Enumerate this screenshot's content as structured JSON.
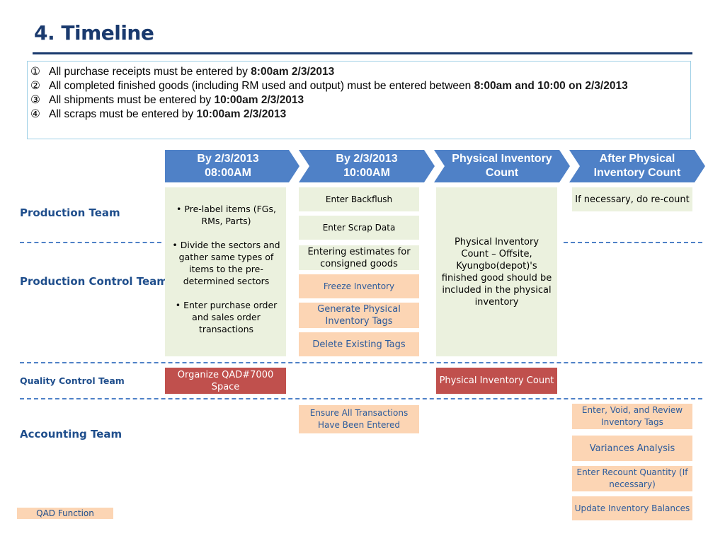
{
  "title": "4. Timeline",
  "rules": [
    {
      "num": "①",
      "text": "All purchase receipts must be entered by ",
      "bold": "8:00am 2/3/2013"
    },
    {
      "num": "②",
      "text": "All completed finished goods (including RM used and output) must be entered between ",
      "bold": "8:00am and 10:00 on 2/3/2013"
    },
    {
      "num": "③",
      "text": "All shipments must be entered by ",
      "bold": "10:00am 2/3/2013"
    },
    {
      "num": "④",
      "text": "All scraps must be entered by ",
      "bold": "10:00am 2/3/2013"
    }
  ],
  "phases": [
    "By 2/3/2013\n08:00AM",
    "By 2/3/2013\n10:00AM",
    "Physical Inventory\nCount",
    "After Physical\nInventory Count"
  ],
  "teams": {
    "production": "Production Team",
    "production_control": "Production Control Team",
    "quality_control": "Quality Control Team",
    "accounting": "Accounting Team"
  },
  "col1": {
    "bullets": [
      "• Pre-label items (FGs, RMs, Parts)",
      "• Divide the sectors and gather same types of items to the pre-determined sectors",
      "• Enter purchase order and sales order transactions"
    ],
    "qc_box": "Organize QAD#7000 Space"
  },
  "col2": {
    "backflush": "Enter Backflush",
    "scrap": "Enter Scrap Data",
    "estimates": "Entering estimates for consigned goods",
    "freeze": "Freeze Inventory",
    "generate": "Generate Physical Inventory Tags",
    "delete": "Delete Existing Tags",
    "ensure": "Ensure All Transactions Have Been Entered"
  },
  "col3": {
    "main": "Physical Inventory Count – Offsite, Kyungbo(depot)'s finished good should be included in the physical inventory",
    "qc_box": "Physical Inventory Count"
  },
  "col4": {
    "recount": "If necessary, do re-count",
    "enter_void": "Enter, Void, and Review Inventory Tags",
    "variances": "Variances Analysis",
    "recount_qty": "Enter Recount Quantity (If necessary)",
    "update": "Update Inventory Balances"
  },
  "legend": "QAD Function",
  "colors": {
    "navy": "#1a3a6e",
    "chevron": "#4f81c7",
    "green": "#ebf1de",
    "peach": "#fcd5b4",
    "red": "#c0504d"
  }
}
